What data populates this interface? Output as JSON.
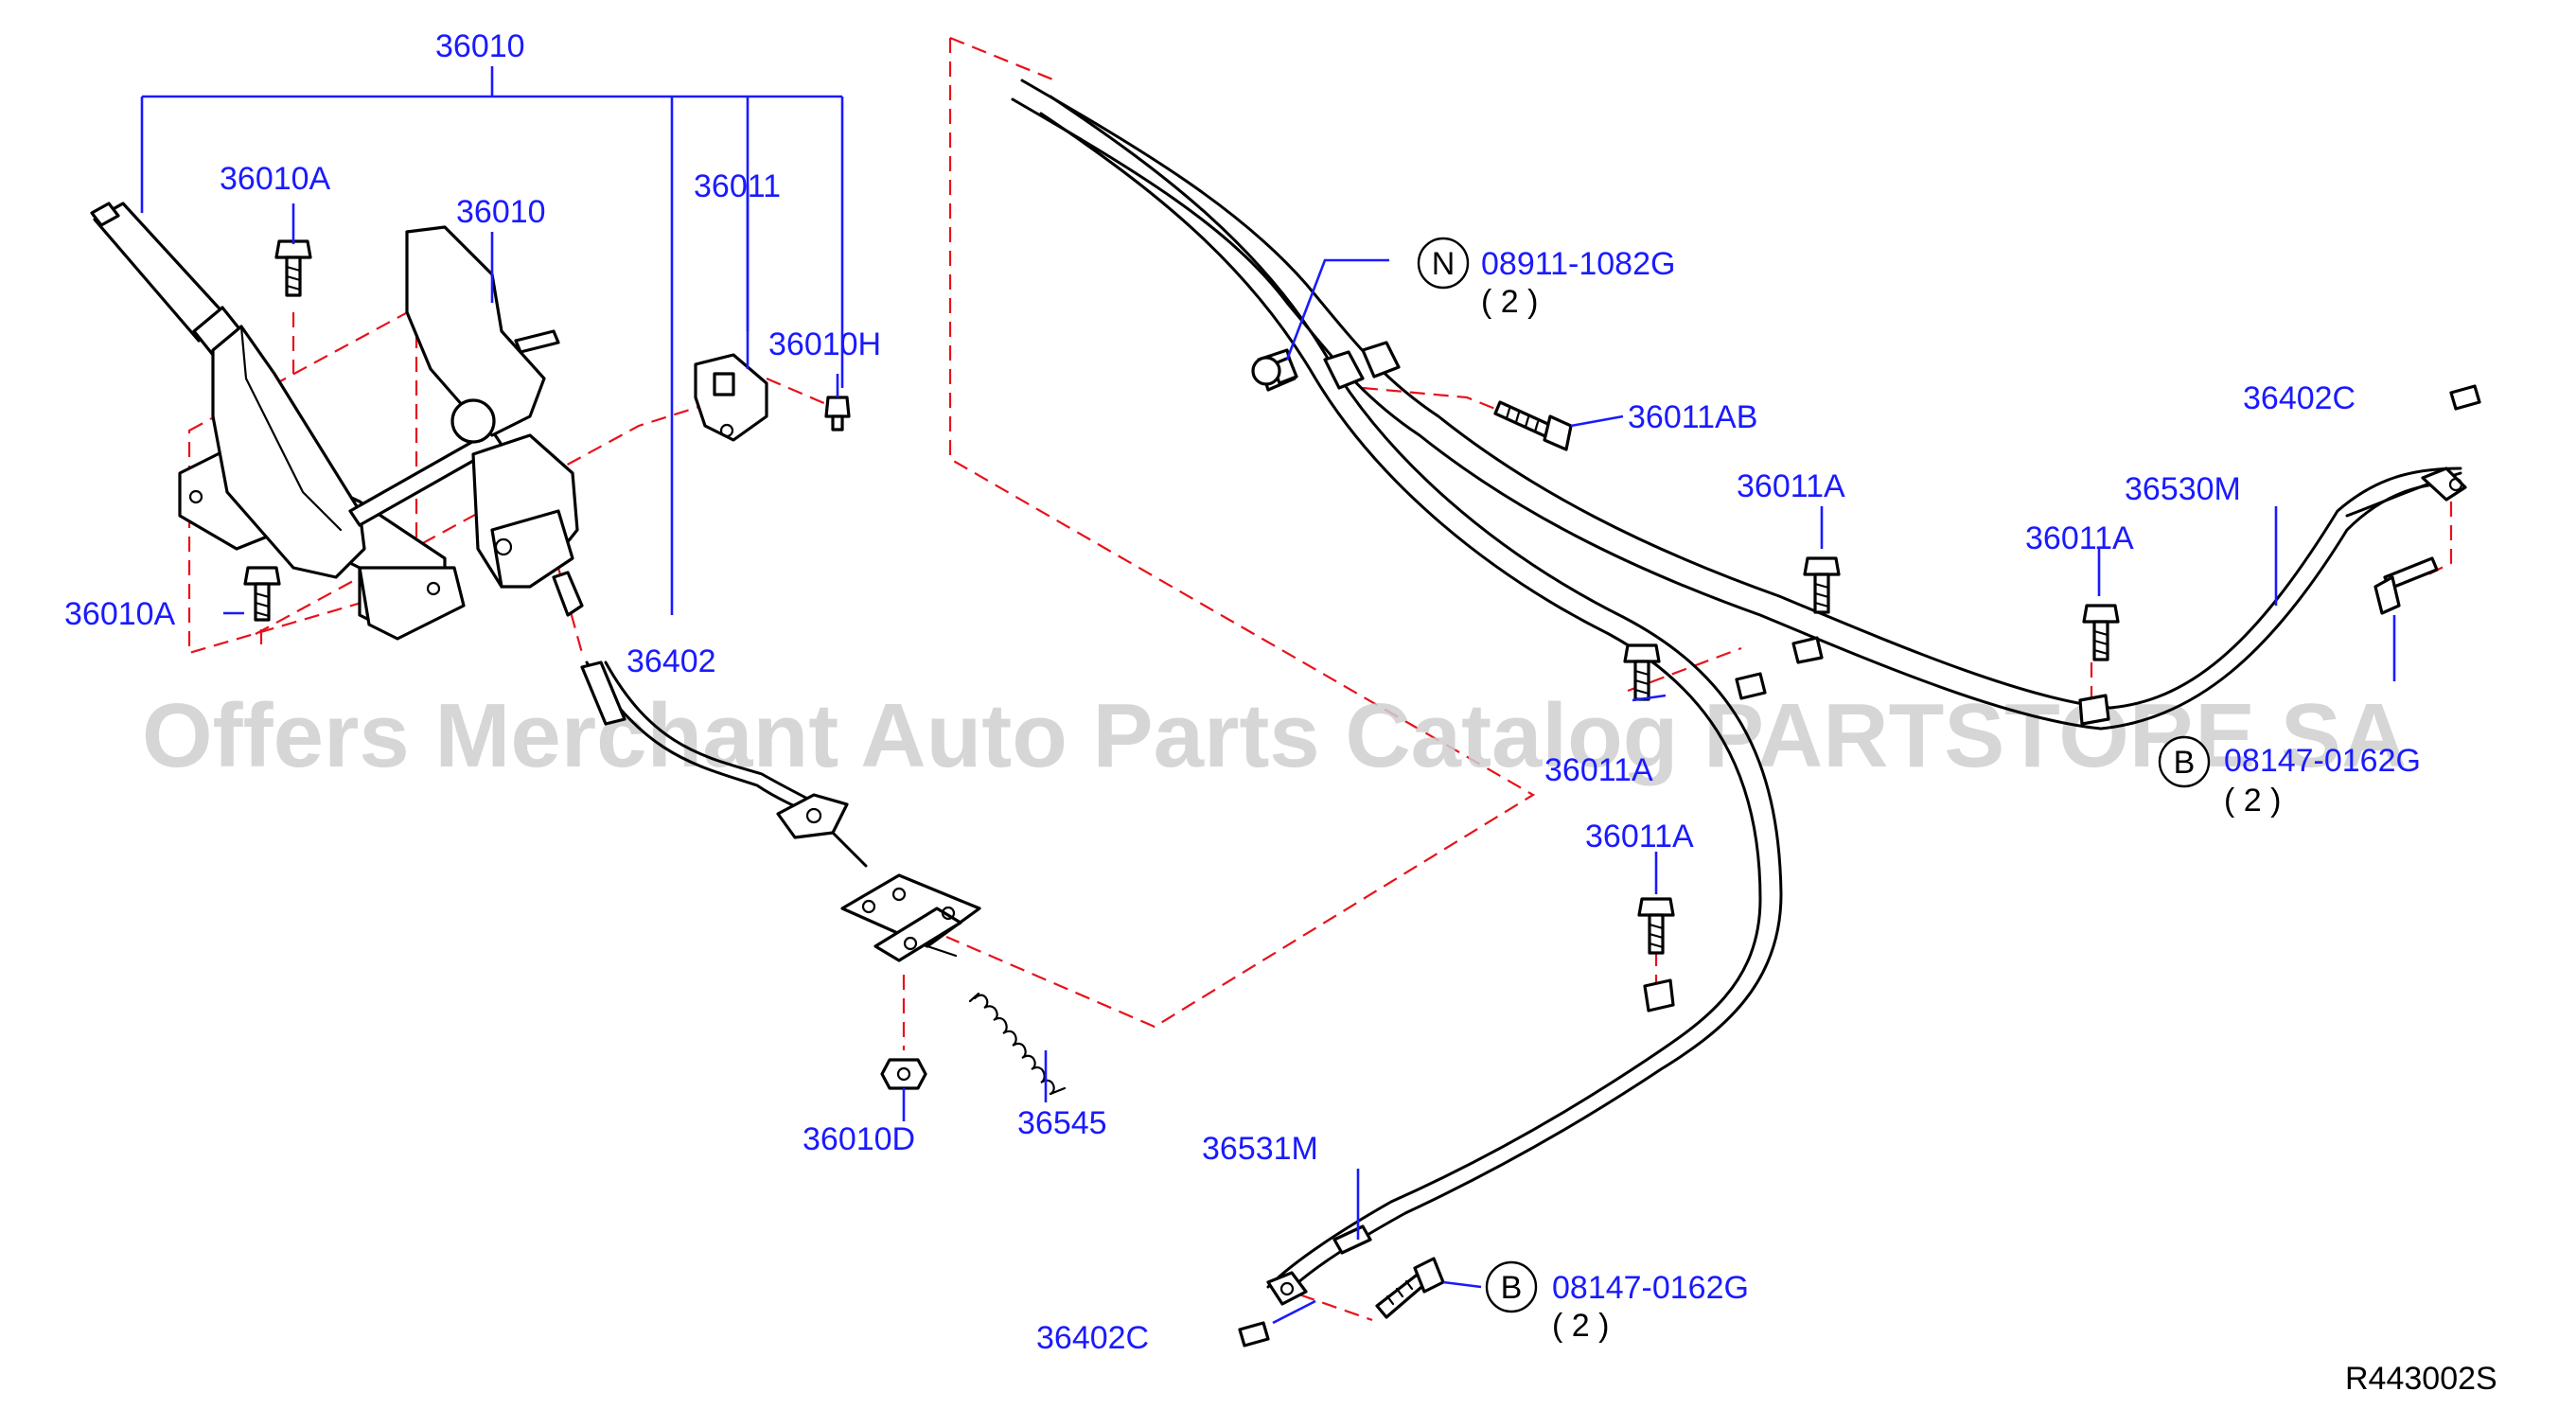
{
  "diagram": {
    "code": "R443002S",
    "watermark": "Offers Merchant Auto Parts Catalog PARTSTORE SA",
    "colors": {
      "label": "#1a1aff",
      "leader": "#1a1aff",
      "dashed": "#e8111b",
      "part": "#000000",
      "watermark": "#cfcfcf"
    },
    "labels": {
      "assy_36010": "36010",
      "bracket_36010": "36010",
      "bolt_36010A_top": "36010A",
      "bolt_36010A_bottom": "36010A",
      "part_36011": "36011",
      "bolt_36010H": "36010H",
      "cable_36402": "36402",
      "nut_36010D": "36010D",
      "spring_36545": "36545",
      "cable_36531M": "36531M",
      "pin_36402C_bottom": "36402C",
      "pin_36402C_top": "36402C",
      "cable_36530M": "36530M",
      "bolt_36011AB": "36011AB",
      "bolt_36011A_1": "36011A",
      "bolt_36011A_2": "36011A",
      "bolt_36011A_3": "36011A",
      "bolt_36011A_4": "36011A"
    },
    "callouts": [
      {
        "mark": "N",
        "part": "08911-1082G",
        "qty": "( 2 )"
      },
      {
        "mark": "B",
        "part": "08147-0162G",
        "qty": "( 2 )"
      },
      {
        "mark": "B",
        "part": "08147-0162G",
        "qty": "( 2 )"
      }
    ]
  }
}
